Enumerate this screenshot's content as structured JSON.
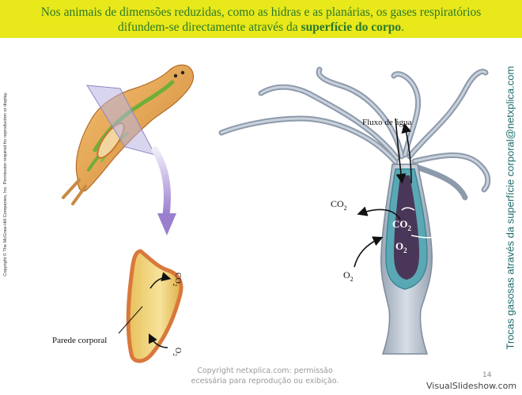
{
  "banner": {
    "text_line1": "Nos animais de dimensões reduzidas, como as hidras e as planárias, os gases respiratórios",
    "text_line2_prefix": "difundem-se directamente através da ",
    "text_line2_bold": "superfície do corpo",
    "text_line2_suffix": "."
  },
  "copyright_vertical": "Copyright © The McGraw-Hill Companies, Inc. Permission required for reproduction or display.",
  "side_title": "Trocas gasosas através da superfície corporal@netxplica.com",
  "labels": {
    "parede_corporal": "Parede corporal",
    "fluxo_agua": "Fluxo de água",
    "co2": "CO",
    "o2": "O",
    "sub2": "2"
  },
  "watermark": {
    "line1": "Copyright netxplica.com: permissão",
    "line2": "ecessária para reprodução ou exibição."
  },
  "slide_number": "14",
  "logo": "VisualSlideshow.com",
  "colors": {
    "banner_bg": "#e8e81a",
    "banner_text": "#2a7a2a",
    "side_title": "#1f6b6b",
    "arrow_purple": "#a58bd0"
  }
}
